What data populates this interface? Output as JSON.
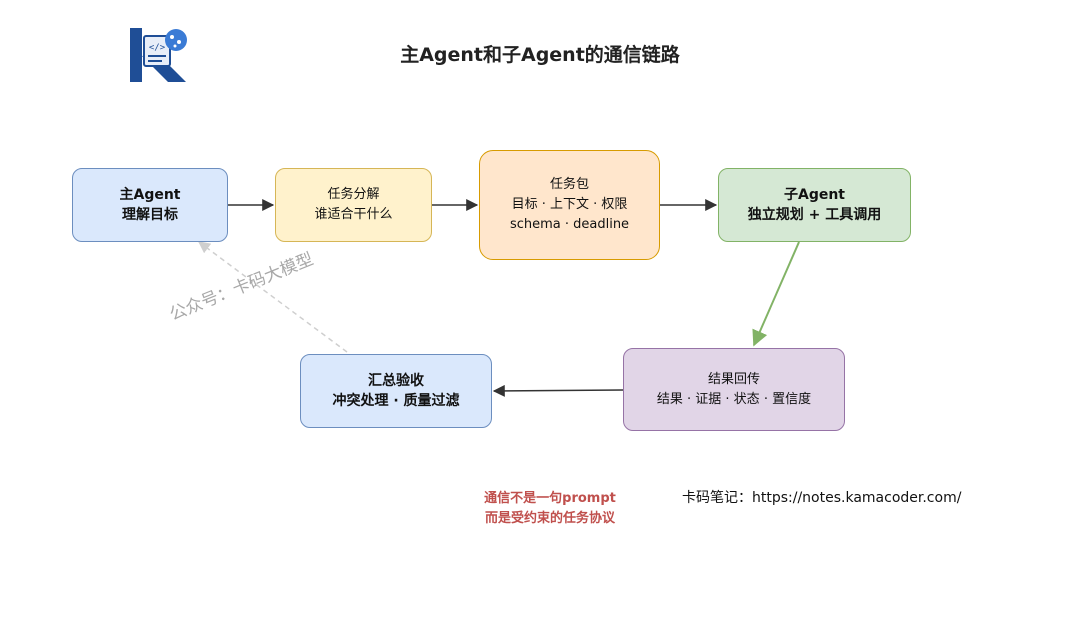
{
  "title": "主Agent和子Agent的通信链路",
  "nodes": {
    "main_agent": {
      "lines": [
        "主Agent",
        "理解目标"
      ],
      "fill": "#dae8fc",
      "stroke": "#6c8ebf"
    },
    "task_split": {
      "lines": [
        "任务分解",
        "谁适合干什么"
      ],
      "fill": "#fff2cc",
      "stroke": "#d6b656"
    },
    "task_package": {
      "lines": [
        "任务包",
        "目标 · 上下文 · 权限",
        "schema · deadline"
      ],
      "fill": "#ffe6cc",
      "stroke": "#d79b00"
    },
    "sub_agent": {
      "lines": [
        "子Agent",
        "独立规划 + 工具调用"
      ],
      "fill": "#d5e8d4",
      "stroke": "#82b366"
    },
    "result_return": {
      "lines": [
        "结果回传",
        "结果 · 证据 · 状态 · 置信度"
      ],
      "fill": "#e1d5e7",
      "stroke": "#9673a6"
    },
    "aggregate": {
      "lines": [
        "汇总验收",
        "冲突处理 · 质量过滤"
      ],
      "fill": "#dae8fc",
      "stroke": "#6c8ebf"
    }
  },
  "watermark": "公众号：卡码大模型",
  "note": {
    "lines": [
      "通信不是一句prompt",
      "而是受约束的任务协议"
    ],
    "color": "#c0504d"
  },
  "footer": "卡码笔记：https://notes.kamacoder.com/",
  "colors": {
    "edge": "#333333",
    "edge_green": "#82b366",
    "edge_dashed": "#c8c8c8",
    "logo_blue": "#1f4e96"
  }
}
